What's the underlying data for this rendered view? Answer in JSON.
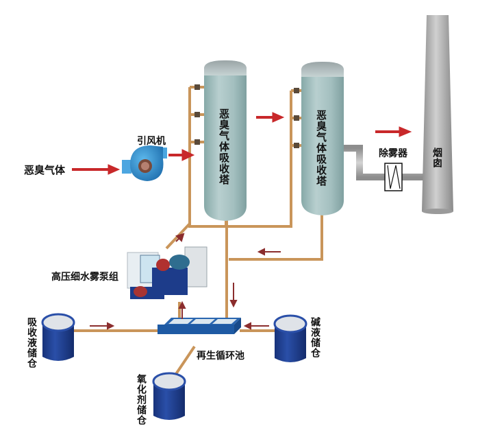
{
  "title": "恶臭气体处理工艺流程",
  "labels": {
    "input_gas": "恶臭气体",
    "fan": "引风机",
    "tower1": "恶臭气体吸收塔",
    "tower2": "恶臭气体吸收塔",
    "demister": "除雾器",
    "chimney": "烟囱",
    "pump_unit": "高压细水雾泵组",
    "regen_pool": "再生循环池",
    "absorbent_tank": "吸收液储仓",
    "alkali_tank": "碱液储仓",
    "oxidizer_tank": "氧化剂储仓"
  },
  "colors": {
    "flow_arrow": "#c8282a",
    "liquid_arrow": "#8b2d2d",
    "pipe": "#c9955a",
    "tower": "#9fbdbd",
    "chimney": "#a8a8a8",
    "tank_blue": "#1e3f8f",
    "fan_blue": "#2c8fd0",
    "pool_blue": "#1f5fa8"
  }
}
